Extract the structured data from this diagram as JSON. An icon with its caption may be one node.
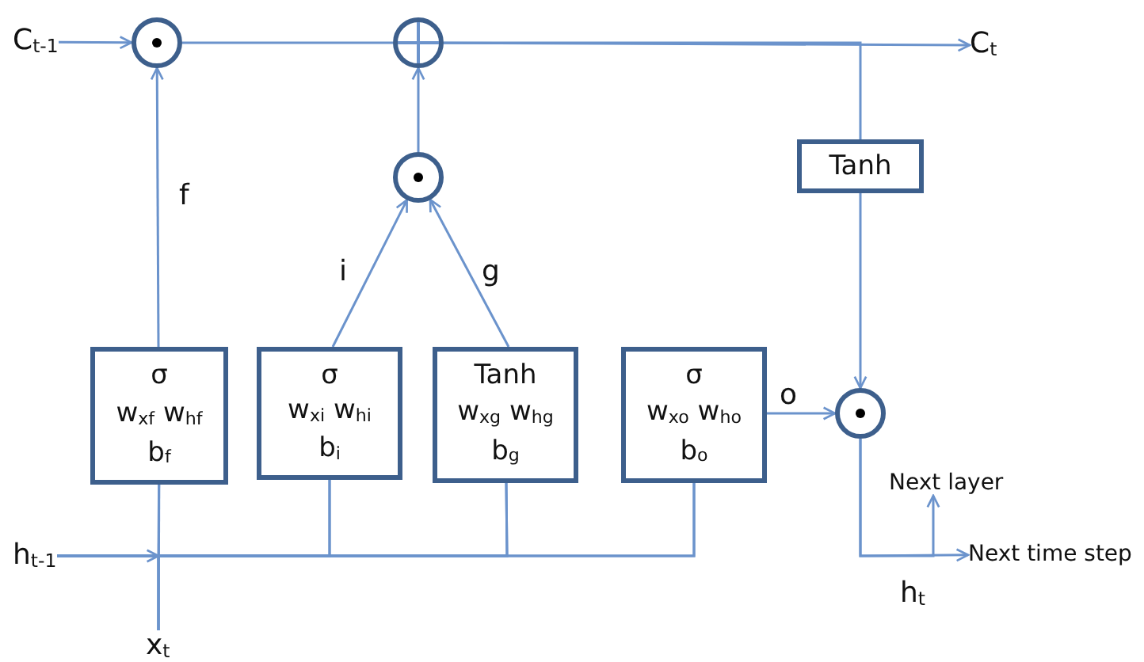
{
  "diagram": {
    "nodes": [
      {
        "text": [
          "C$_{t-1}$"
        ]
      },
      {
        "text": [],
        "shape": "circle"
      },
      {
        "text": [],
        "shape": "circle"
      },
      {
        "text": [
          "C$_{t}$"
        ]
      },
      {
        "text": [
          "Tanh"
        ]
      },
      {
        "text": [],
        "shape": "circle"
      },
      {
        "text": [
          "σ",
          "w$_{xf}$ w$_{hf}$",
          "b$_{f}$"
        ]
      },
      {
        "text": [
          "σ",
          "w$_{xi}$ w$_{hi}$",
          "b$_{i}$"
        ]
      },
      {
        "text": [
          "Tanh",
          "w$_{xg}$ w$_{hg}$",
          "b$_{g}$"
        ]
      },
      {
        "text": [
          "σ",
          "w$_{xo}$ w$_{ho}$",
          "b$_{o}$"
        ]
      },
      {
        "text": [],
        "shape": "circle"
      },
      {
        "text": [
          "h$_{t-1}$"
        ]
      },
      {
        "text": [
          "x$_{t}$"
        ]
      },
      {
        "text": [
          "Next layer"
        ]
      },
      {
        "text": [
          "Next time step"
        ]
      }
    ],
    "edges": [
      {
        "from": 0,
        "to": 1,
        "arrow": "to"
      },
      {
        "from": 1,
        "to": 2,
        "arrow": "none"
      },
      {
        "from": 2,
        "to": 3,
        "arrow": "to"
      },
      {
        "from": 2,
        "to": 4,
        "arrow": "none"
      },
      {
        "from": 4,
        "to": 10,
        "arrow": "to"
      },
      {
        "from": 6,
        "to": 1,
        "arrow": "to",
        "label": "f"
      },
      {
        "from": 7,
        "to": 5,
        "arrow": "to",
        "label": "i"
      },
      {
        "from": 8,
        "to": 5,
        "arrow": "to",
        "label": "g"
      },
      {
        "from": 5,
        "to": 2,
        "arrow": "to"
      },
      {
        "from": 9,
        "to": 10,
        "arrow": "to",
        "label": "o"
      },
      {
        "from": 11,
        "to": null,
        "arrow": "to"
      },
      {
        "from": 11,
        "to": 6,
        "arrow": "none"
      },
      {
        "from": 11,
        "to": 7,
        "arrow": "none"
      },
      {
        "from": 11,
        "to": 8,
        "arrow": "none"
      },
      {
        "from": 11,
        "to": 9,
        "arrow": "none"
      },
      {
        "from": 12,
        "to": 6,
        "arrow": "none"
      },
      {
        "from": 12,
        "to": 7,
        "arrow": "none"
      },
      {
        "from": 12,
        "to": 8,
        "arrow": "none"
      },
      {
        "from": 12,
        "to": 9,
        "arrow": "none"
      },
      {
        "from": 10,
        "to": 14,
        "arrow": "to"
      },
      {
        "from": 10,
        "to": 13,
        "arrow": "to"
      }
    ],
    "labels": [
      "h$_{t}$"
    ]
  }
}
